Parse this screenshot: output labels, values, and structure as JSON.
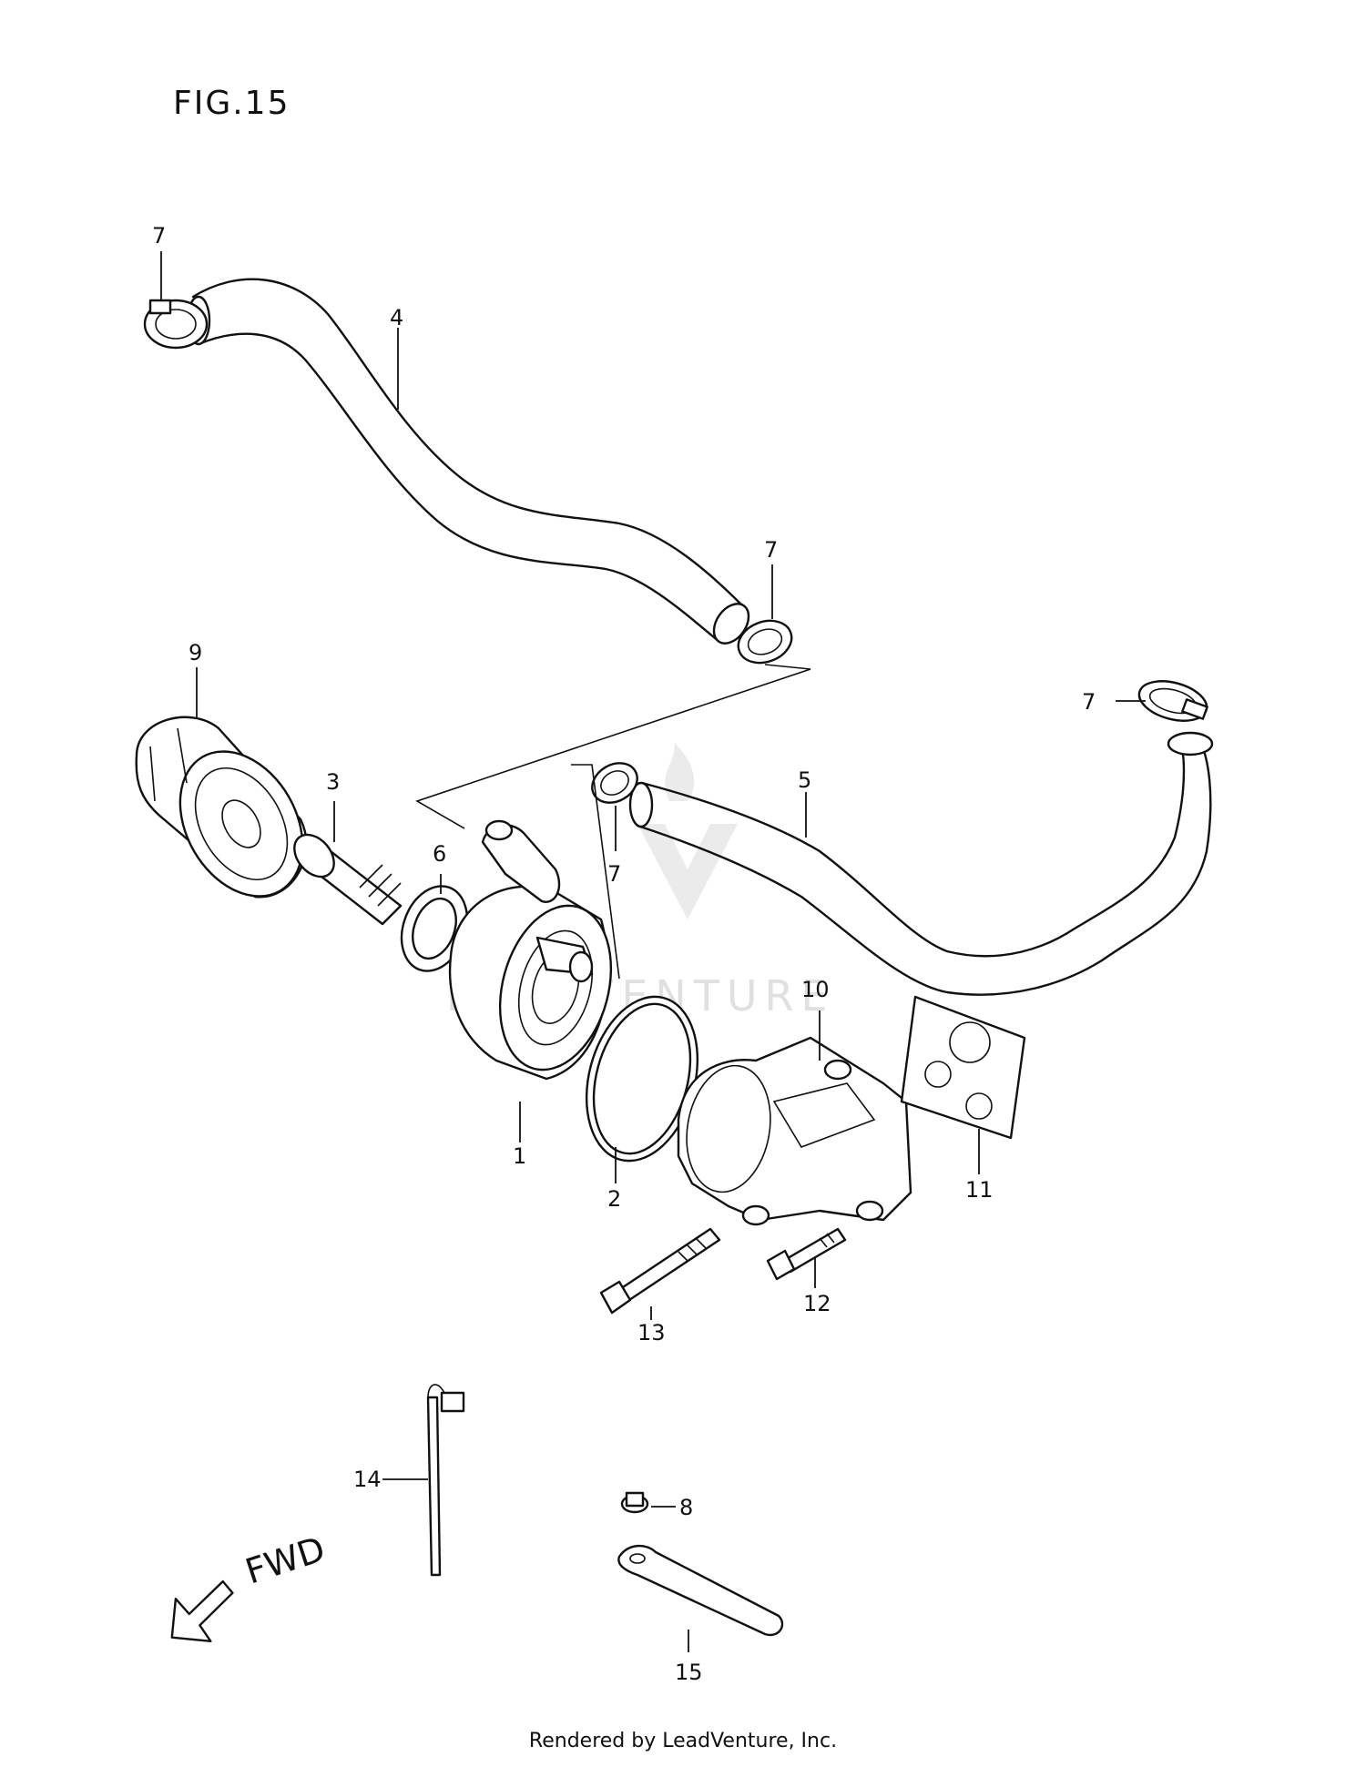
{
  "figure": {
    "title": "FIG.15"
  },
  "watermark": {
    "text": "LEADVENTURE"
  },
  "direction": {
    "label": "FWD"
  },
  "callouts": {
    "clamp_top": "7",
    "hose_4": "4",
    "clamp_mid": "7",
    "filter_9": "9",
    "clamp_right": "7",
    "bolt_3": "3",
    "hose_5": "5",
    "oring_6": "6",
    "clamp_lower": "7",
    "cover_10": "10",
    "cooler_1": "1",
    "oring_2": "2",
    "gasket_11": "11",
    "bolt_12": "12",
    "bolt_13": "13",
    "tie_14": "14",
    "bolt_8": "8",
    "clamp_15": "15"
  },
  "footer": {
    "text": "Rendered by LeadVenture, Inc."
  }
}
